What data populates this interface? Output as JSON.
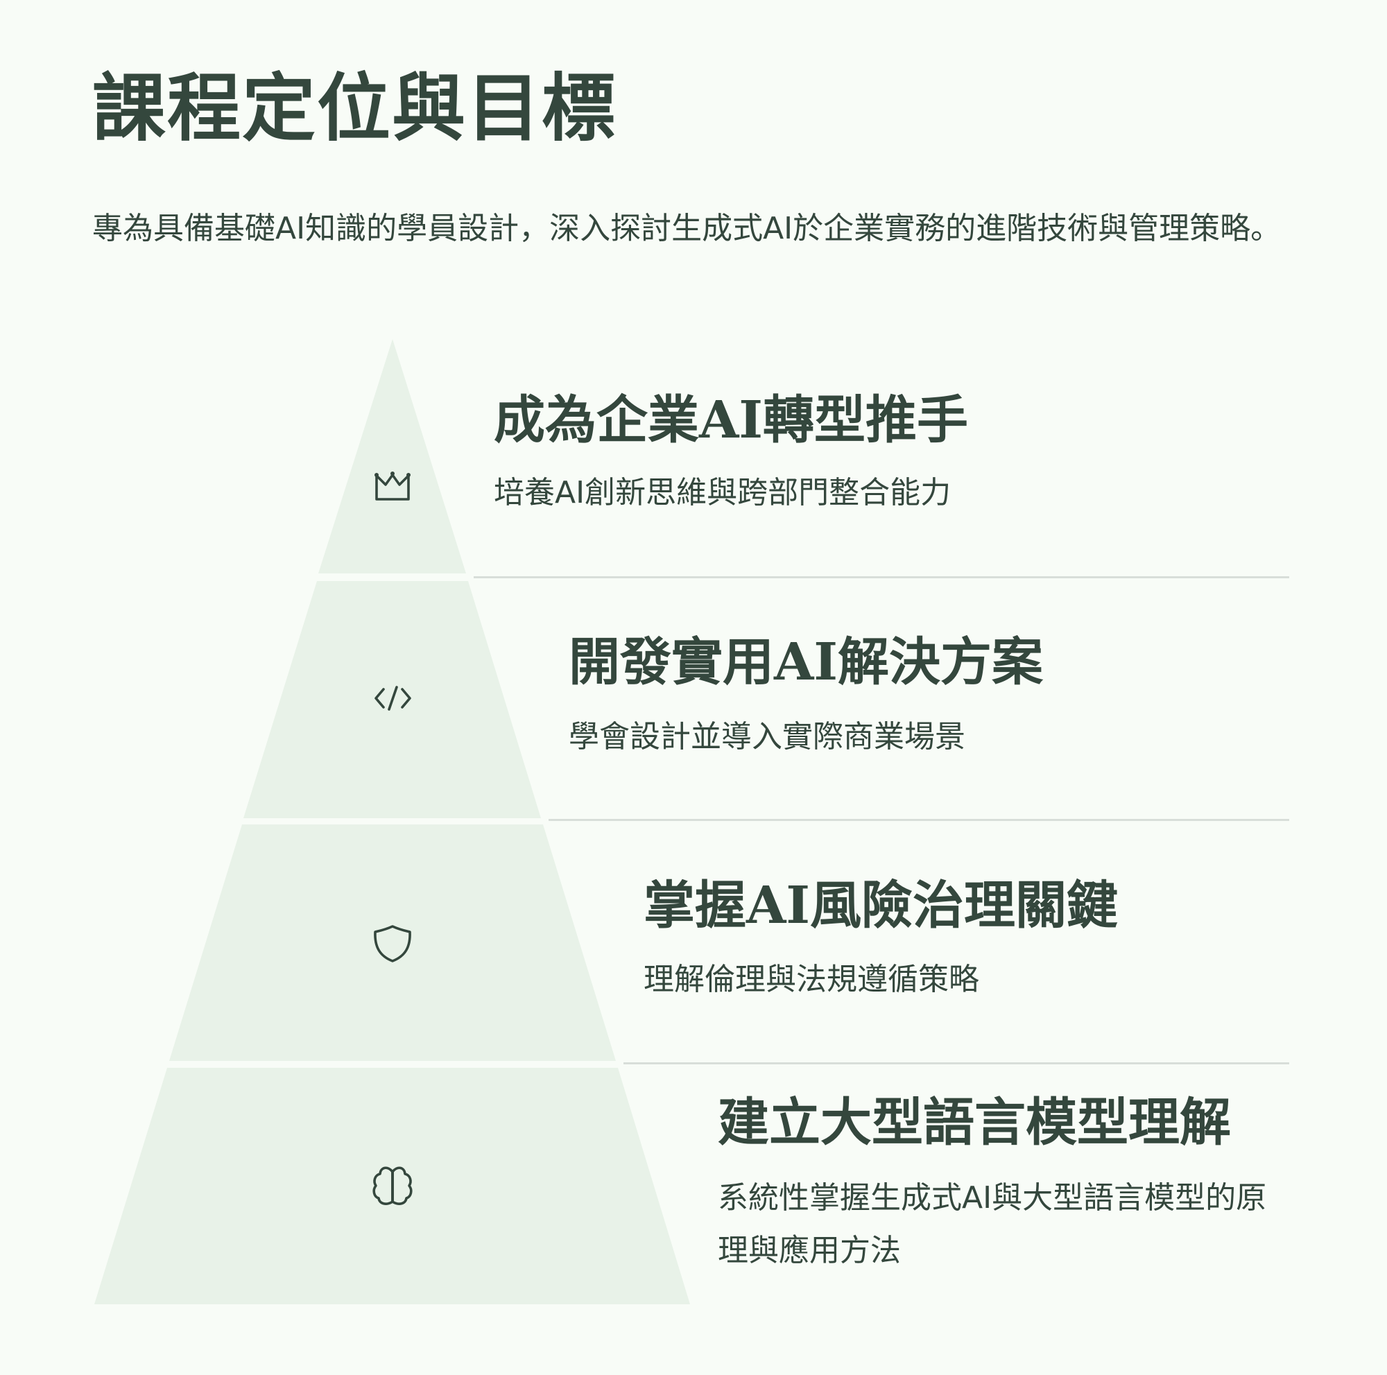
{
  "title": "課程定位與目標",
  "intro": "專為具備基礎AI知識的學員設計，深入探討生成式AI於企業實務的進階技術與管理策略。",
  "tiers": [
    {
      "heading": "成為企業AI轉型推手",
      "description": "培養AI創新思維與跨部門整合能力",
      "icon": "crown-icon"
    },
    {
      "heading": "開發實用AI解決方案",
      "description": "學會設計並導入實際商業場景",
      "icon": "code-icon"
    },
    {
      "heading": "掌握AI風險治理關鍵",
      "description": "理解倫理與法規遵循策略",
      "icon": "shield-icon"
    },
    {
      "heading": "建立大型語言模型理解",
      "description": "系統性掌握生成式AI與大型語言模型的原理與應用方法",
      "icon": "brain-icon"
    }
  ],
  "colors": {
    "background": "#f8fcf7",
    "pyramid_fill": "#e8f2e8",
    "text": "#34473d",
    "divider": "#d8ded9"
  }
}
